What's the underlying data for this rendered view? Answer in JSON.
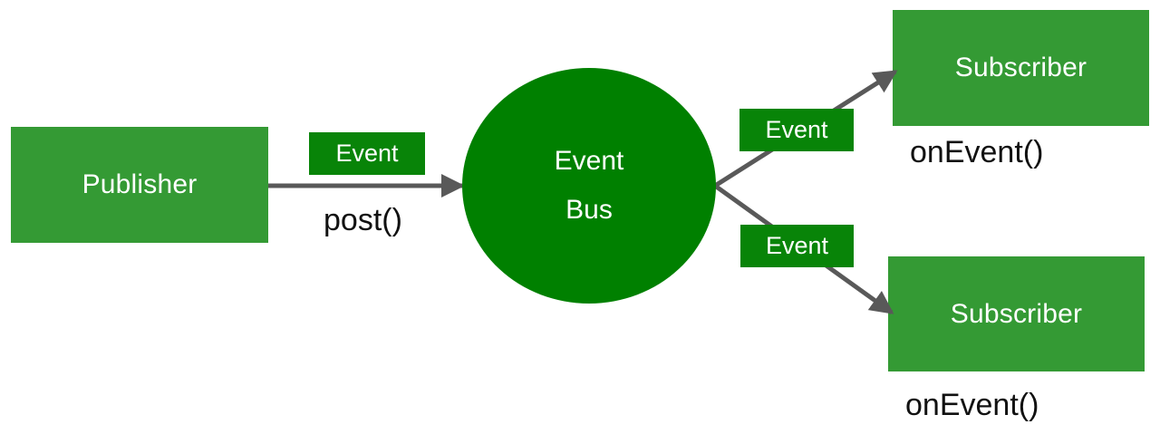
{
  "diagram": {
    "title": "Event Bus publish-subscribe diagram",
    "colors": {
      "node_green": "#349A34",
      "bus_green": "#008000",
      "tag_green": "#088408",
      "arrow_gray": "#595959",
      "label_black": "#111111",
      "background": "#ffffff"
    },
    "nodes": {
      "publisher": {
        "label": "Publisher"
      },
      "event_bus": {
        "line1": "Event",
        "line2": "Bus"
      },
      "subscriber_top": {
        "label": "Subscriber"
      },
      "subscriber_bottom": {
        "label": "Subscriber"
      }
    },
    "tags": {
      "post_event": "Event",
      "upper_event": "Event",
      "lower_event": "Event"
    },
    "labels": {
      "post_method": "post()",
      "on_event_top": "onEvent()",
      "on_event_bottom": "onEvent()"
    },
    "edges": [
      {
        "name": "publisher-to-bus",
        "from": "Publisher",
        "to": "Event Bus",
        "tag": "Event",
        "method": "post()"
      },
      {
        "name": "bus-to-subscriber-top",
        "from": "Event Bus",
        "to": "Subscriber",
        "tag": "Event",
        "method": "onEvent()"
      },
      {
        "name": "bus-to-subscriber-bottom",
        "from": "Event Bus",
        "to": "Subscriber",
        "tag": "Event",
        "method": "onEvent()"
      }
    ]
  }
}
